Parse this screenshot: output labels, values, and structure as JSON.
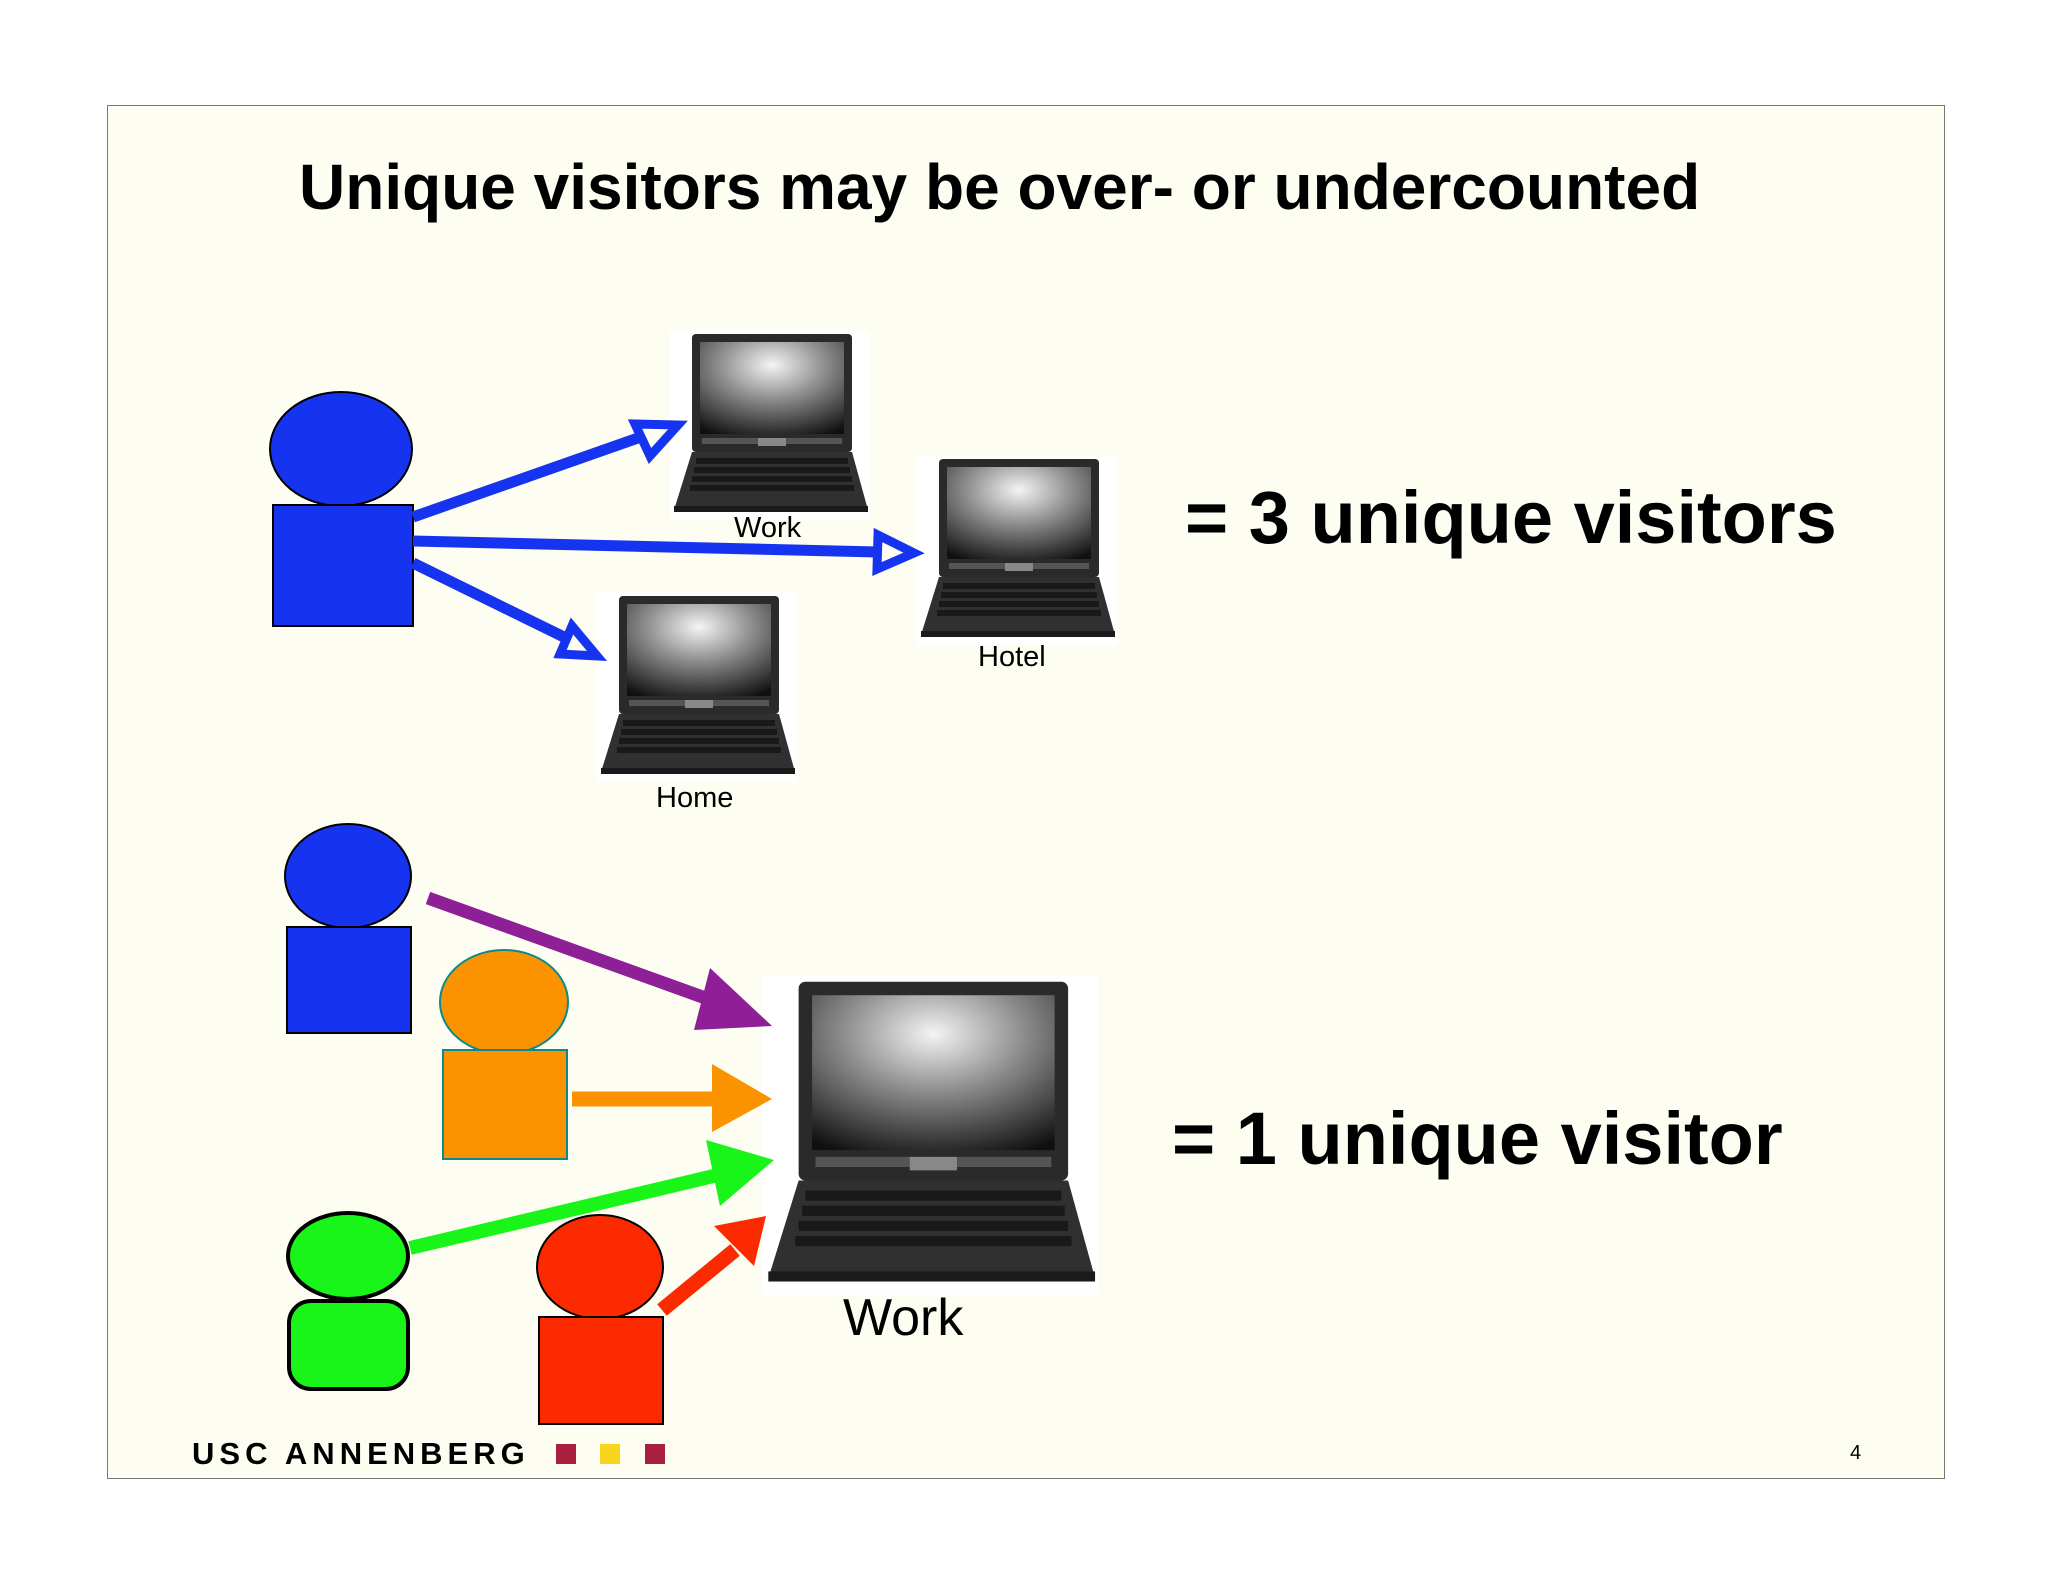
{
  "slide": {
    "title": "Unique visitors may be over- or undercounted",
    "page_number": "4"
  },
  "top_scenario": {
    "result_text": "= 3 unique visitors",
    "devices": [
      {
        "label": "Work"
      },
      {
        "label": "Hotel"
      },
      {
        "label": "Home"
      }
    ],
    "person_color": "#1634f0",
    "arrow_color": "#1634f0"
  },
  "bottom_scenario": {
    "result_text": "= 1 unique visitor",
    "device_label": "Work",
    "people": [
      {
        "color": "#1634f0",
        "arrow_color": "#8e1f96"
      },
      {
        "color": "#fb9300",
        "arrow_color": "#fb9300"
      },
      {
        "color": "#19f419",
        "arrow_color": "#19f419"
      },
      {
        "color": "#fb2a00",
        "arrow_color": "#fb2a00"
      }
    ]
  },
  "footer": {
    "logo_text": "USC ANNENBERG",
    "brand_colors": [
      "#a8203c",
      "#f7d51d",
      "#a8203c"
    ]
  }
}
